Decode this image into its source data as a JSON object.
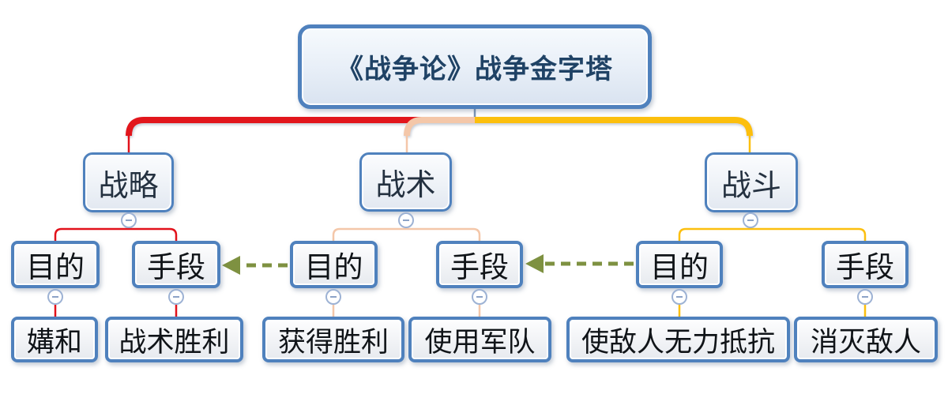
{
  "root": {
    "label": "《战争论》战争金字塔"
  },
  "branches": [
    {
      "label": "战略",
      "color": "#E2121B",
      "children": [
        {
          "label": "目的",
          "children": [
            {
              "label": "媾和"
            }
          ]
        },
        {
          "label": "手段",
          "children": [
            {
              "label": "战术胜利"
            }
          ]
        }
      ]
    },
    {
      "label": "战术",
      "color": "#F4C7A9",
      "children": [
        {
          "label": "目的",
          "children": [
            {
              "label": "获得胜利"
            }
          ]
        },
        {
          "label": "手段",
          "children": [
            {
              "label": "使用军队"
            }
          ]
        }
      ]
    },
    {
      "label": "战斗",
      "color": "#FCBF0F",
      "children": [
        {
          "label": "目的",
          "children": [
            {
              "label": "使敌人无力抵抗"
            }
          ]
        },
        {
          "label": "手段",
          "children": [
            {
              "label": "消灭敌人"
            }
          ]
        }
      ]
    }
  ],
  "relationships": [
    {
      "from": "战术/目的",
      "to": "战略/手段",
      "style": "dashed-arrow",
      "color": "#7E9141"
    },
    {
      "from": "战斗/目的",
      "to": "战术/手段",
      "style": "dashed-arrow",
      "color": "#7E9141"
    }
  ],
  "theme": {
    "node_border": "#4F81BD",
    "root_text_color": "#1F4265",
    "branch_red": "#E2121B",
    "branch_salmon": "#F4C7A9",
    "branch_yellow": "#FCBF0F",
    "arrow_olive": "#7E9141",
    "collapse_icon": "minus"
  }
}
